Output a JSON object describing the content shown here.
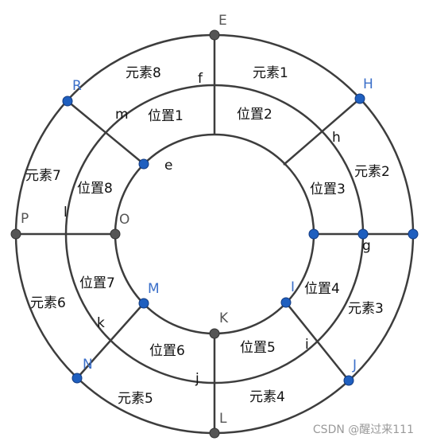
{
  "diagram": {
    "element_labels": [
      "元素1",
      "元素2",
      "元素3",
      "元素4",
      "元素5",
      "元素6",
      "元素7",
      "元素8"
    ],
    "position_labels": [
      "位置1",
      "位置2",
      "位置3",
      "位置4",
      "位置5",
      "位置6",
      "位置7",
      "位置8"
    ],
    "point_labels": {
      "E": "E",
      "H": "H",
      "J": "J",
      "L": "L",
      "N": "N",
      "P": "P",
      "R": "R",
      "I": "I",
      "K": "K",
      "M": "M",
      "O": "O",
      "e": "e",
      "f": "f",
      "g": "g",
      "h": "h",
      "i": "i",
      "j": "j",
      "k": "k",
      "l": "l",
      "m": "m"
    }
  },
  "watermark": "CSDN @醒过来111"
}
